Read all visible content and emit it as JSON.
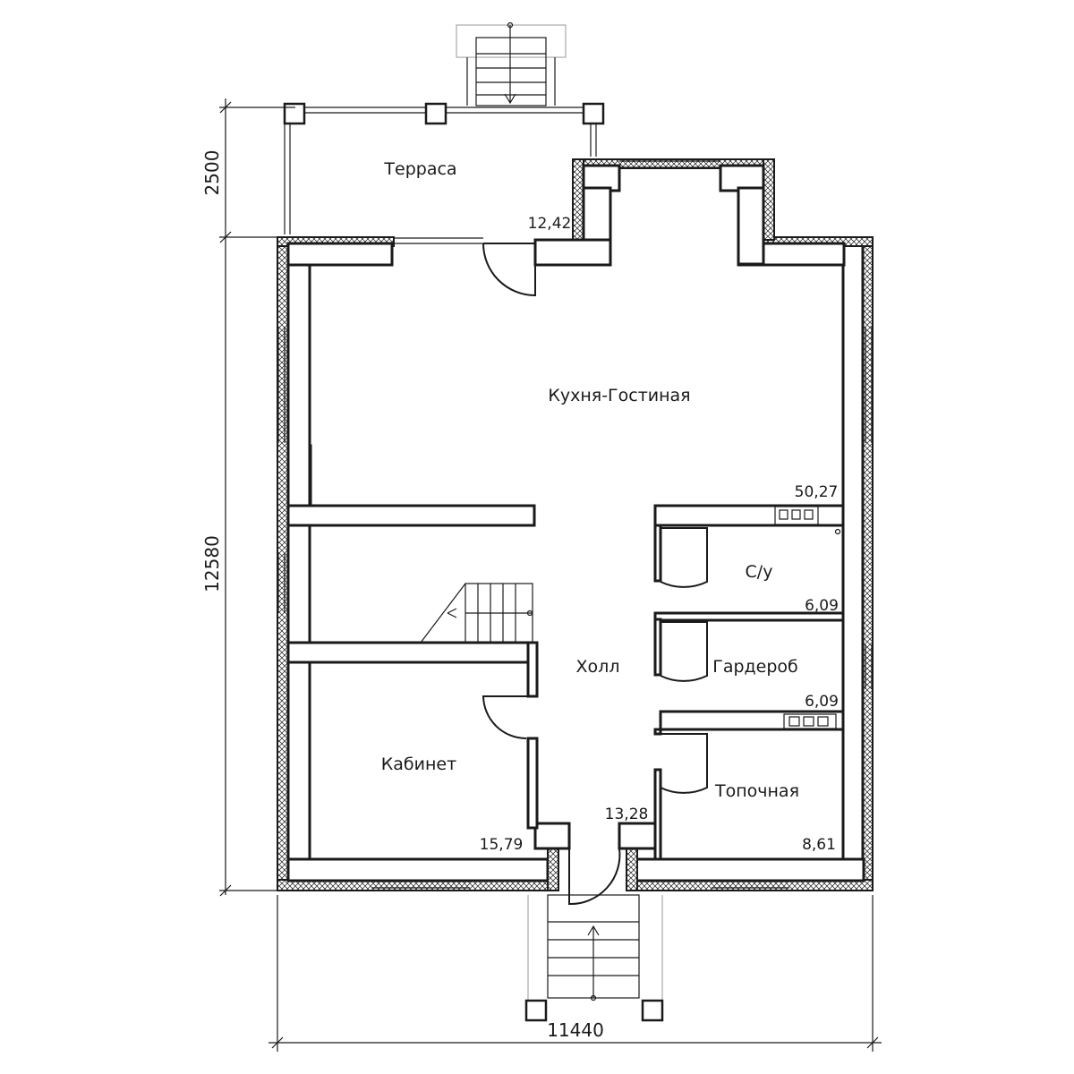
{
  "rooms": {
    "terrace": {
      "name": "Терраса",
      "area": "12,42"
    },
    "living": {
      "name": "Кухня-Гостиная",
      "area": "50,27"
    },
    "bathroom": {
      "name": "С/у",
      "area": "6,09"
    },
    "wardrobe": {
      "name": "Гардероб",
      "area": "6,09"
    },
    "hall": {
      "name": "Холл",
      "area": "13,28"
    },
    "office": {
      "name": "Кабинет",
      "area": "15,79"
    },
    "boiler": {
      "name": "Топочная",
      "area": "8,61"
    }
  },
  "dimensions": {
    "terrace_depth": "2500",
    "house_depth": "12580",
    "house_width": "11440"
  }
}
